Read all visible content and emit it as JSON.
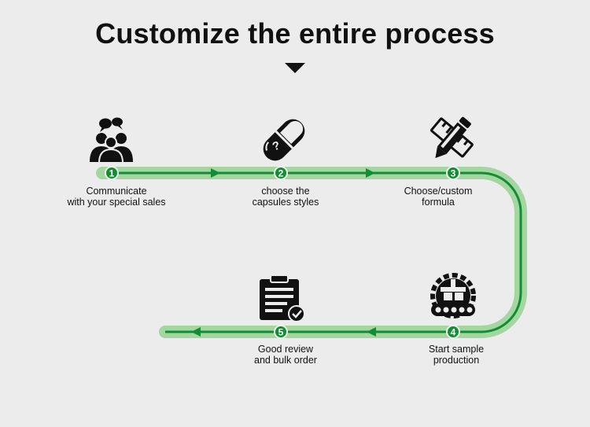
{
  "title": "Customize the entire process",
  "colors": {
    "track_light": "#9fd39d",
    "track_dark": "#138d34",
    "circle": "#138d34",
    "icon": "#111111",
    "background": "#ececec"
  },
  "steps": [
    {
      "number": "1",
      "line1": "Communicate",
      "line2": "with your special sales",
      "icon": "people-chat-icon"
    },
    {
      "number": "2",
      "line1": "choose the",
      "line2": "capsules styles",
      "icon": "capsule-question-icon"
    },
    {
      "number": "3",
      "line1": "Choose/custom",
      "line2": "formula",
      "icon": "pencil-ruler-icon"
    },
    {
      "number": "4",
      "line1": "Start sample",
      "line2": "production",
      "icon": "production-gear-icon"
    },
    {
      "number": "5",
      "line1": "Good review",
      "line2": "and bulk order",
      "icon": "clipboard-check-icon"
    }
  ]
}
